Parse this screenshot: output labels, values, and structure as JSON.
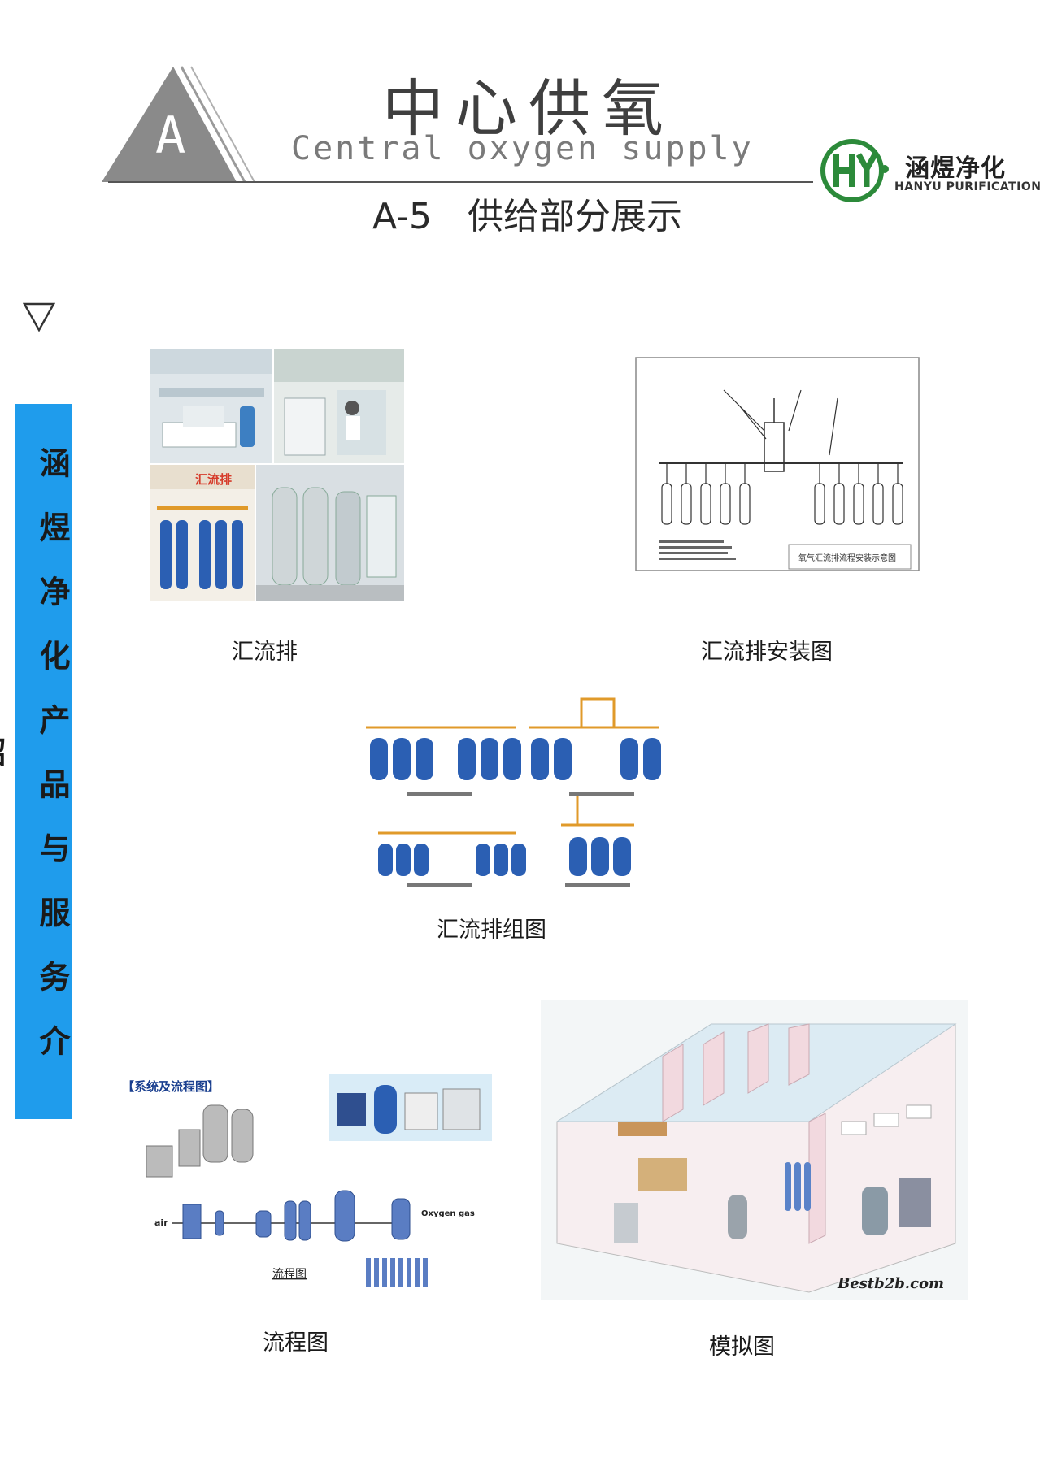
{
  "header": {
    "badge_letter": "A",
    "title_zh": "中心供氧",
    "title_en": "Central oxygen supply",
    "section_title": "A-5　供给部分展示"
  },
  "logo": {
    "monogram": "HY",
    "name": "涵煜净化",
    "sub": "HANYU PURIFICATION",
    "brand_green": "#2c8a3a"
  },
  "sidebar": {
    "text": "涵煜净化产品与服务介绍",
    "color": "#1f9cec"
  },
  "figures": {
    "manifold": {
      "caption": "汇流排",
      "photo_label": "汇流排"
    },
    "install": {
      "caption": "汇流排安装图",
      "drawing_title": "氧气汇流排流程安装示意图"
    },
    "group": {
      "caption": "汇流排组图"
    },
    "flow": {
      "caption": "流程图",
      "heading": "【系统及流程图】",
      "air_label": "air",
      "oxygen_label": "Oxygen gas",
      "sub_title": "流程图"
    },
    "sim": {
      "caption": "模拟图",
      "watermark": "Bestb2b.com"
    }
  },
  "accent_colors": {
    "cylinder_blue": "#2b5fb3",
    "pipe_orange": "#e09a2a"
  }
}
